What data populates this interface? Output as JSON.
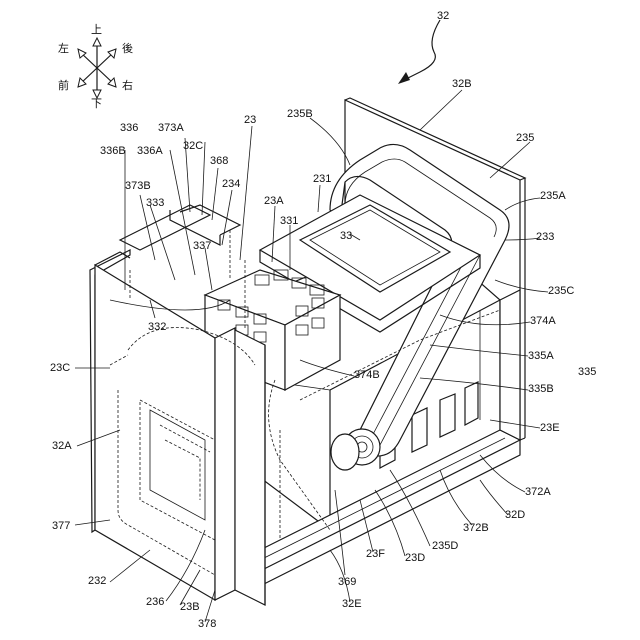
{
  "figure": {
    "title": "",
    "directions": {
      "up": "上",
      "down": "下",
      "left": "左",
      "right": "右",
      "front": "前",
      "back": "後"
    },
    "labels": {
      "l32": "32",
      "l32B": "32B",
      "l235B": "235B",
      "l235": "235",
      "l235A": "235A",
      "l233": "233",
      "l235C": "235C",
      "l23": "23",
      "l336": "336",
      "l373A": "373A",
      "l336B": "336B",
      "l336A": "336A",
      "l32C": "32C",
      "l368": "368",
      "l234": "234",
      "l231": "231",
      "l373B": "373B",
      "l333": "333",
      "l23A": "23A",
      "l331": "331",
      "l33": "33",
      "l337": "337",
      "l332": "332",
      "l374A": "374A",
      "l23C": "23C",
      "l335A": "335A",
      "l335": "335",
      "l374B": "374B",
      "l335B": "335B",
      "l32A": "32A",
      "l23E": "23E",
      "l372A": "372A",
      "l32D": "32D",
      "l372B": "372B",
      "l377": "377",
      "l23F": "23F",
      "l23D": "23D",
      "l235D": "235D",
      "l232": "232",
      "l369": "369",
      "l236": "236",
      "l23B": "23B",
      "l32E": "32E",
      "l378": "378"
    }
  }
}
